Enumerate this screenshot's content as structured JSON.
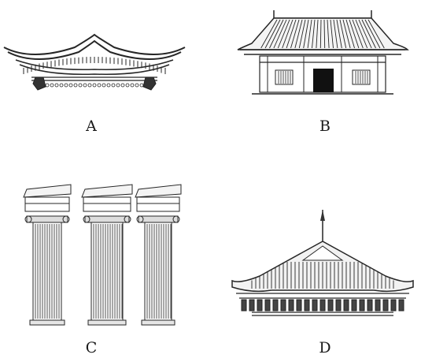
{
  "labels": {
    "a": "A",
    "b": "B",
    "c": "C",
    "d": "D"
  },
  "colors": {
    "ink": "#262626",
    "paper": "#ffffff"
  }
}
